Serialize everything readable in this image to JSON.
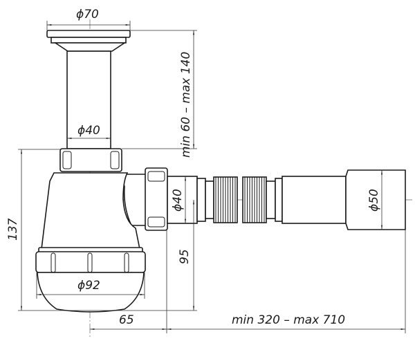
{
  "drawing": {
    "labels": {
      "top_flange_diameter": "ϕ70",
      "vertical_pipe_diameter": "ϕ40",
      "vertical_adjust_range": "min 60 – max 140",
      "total_height": "137",
      "outlet_diameter": "ϕ40",
      "outlet_height": "95",
      "end_diameter": "ϕ50",
      "bowl_diameter": "ϕ92",
      "offset": "65",
      "length_range": "min 320 – max 710"
    }
  }
}
